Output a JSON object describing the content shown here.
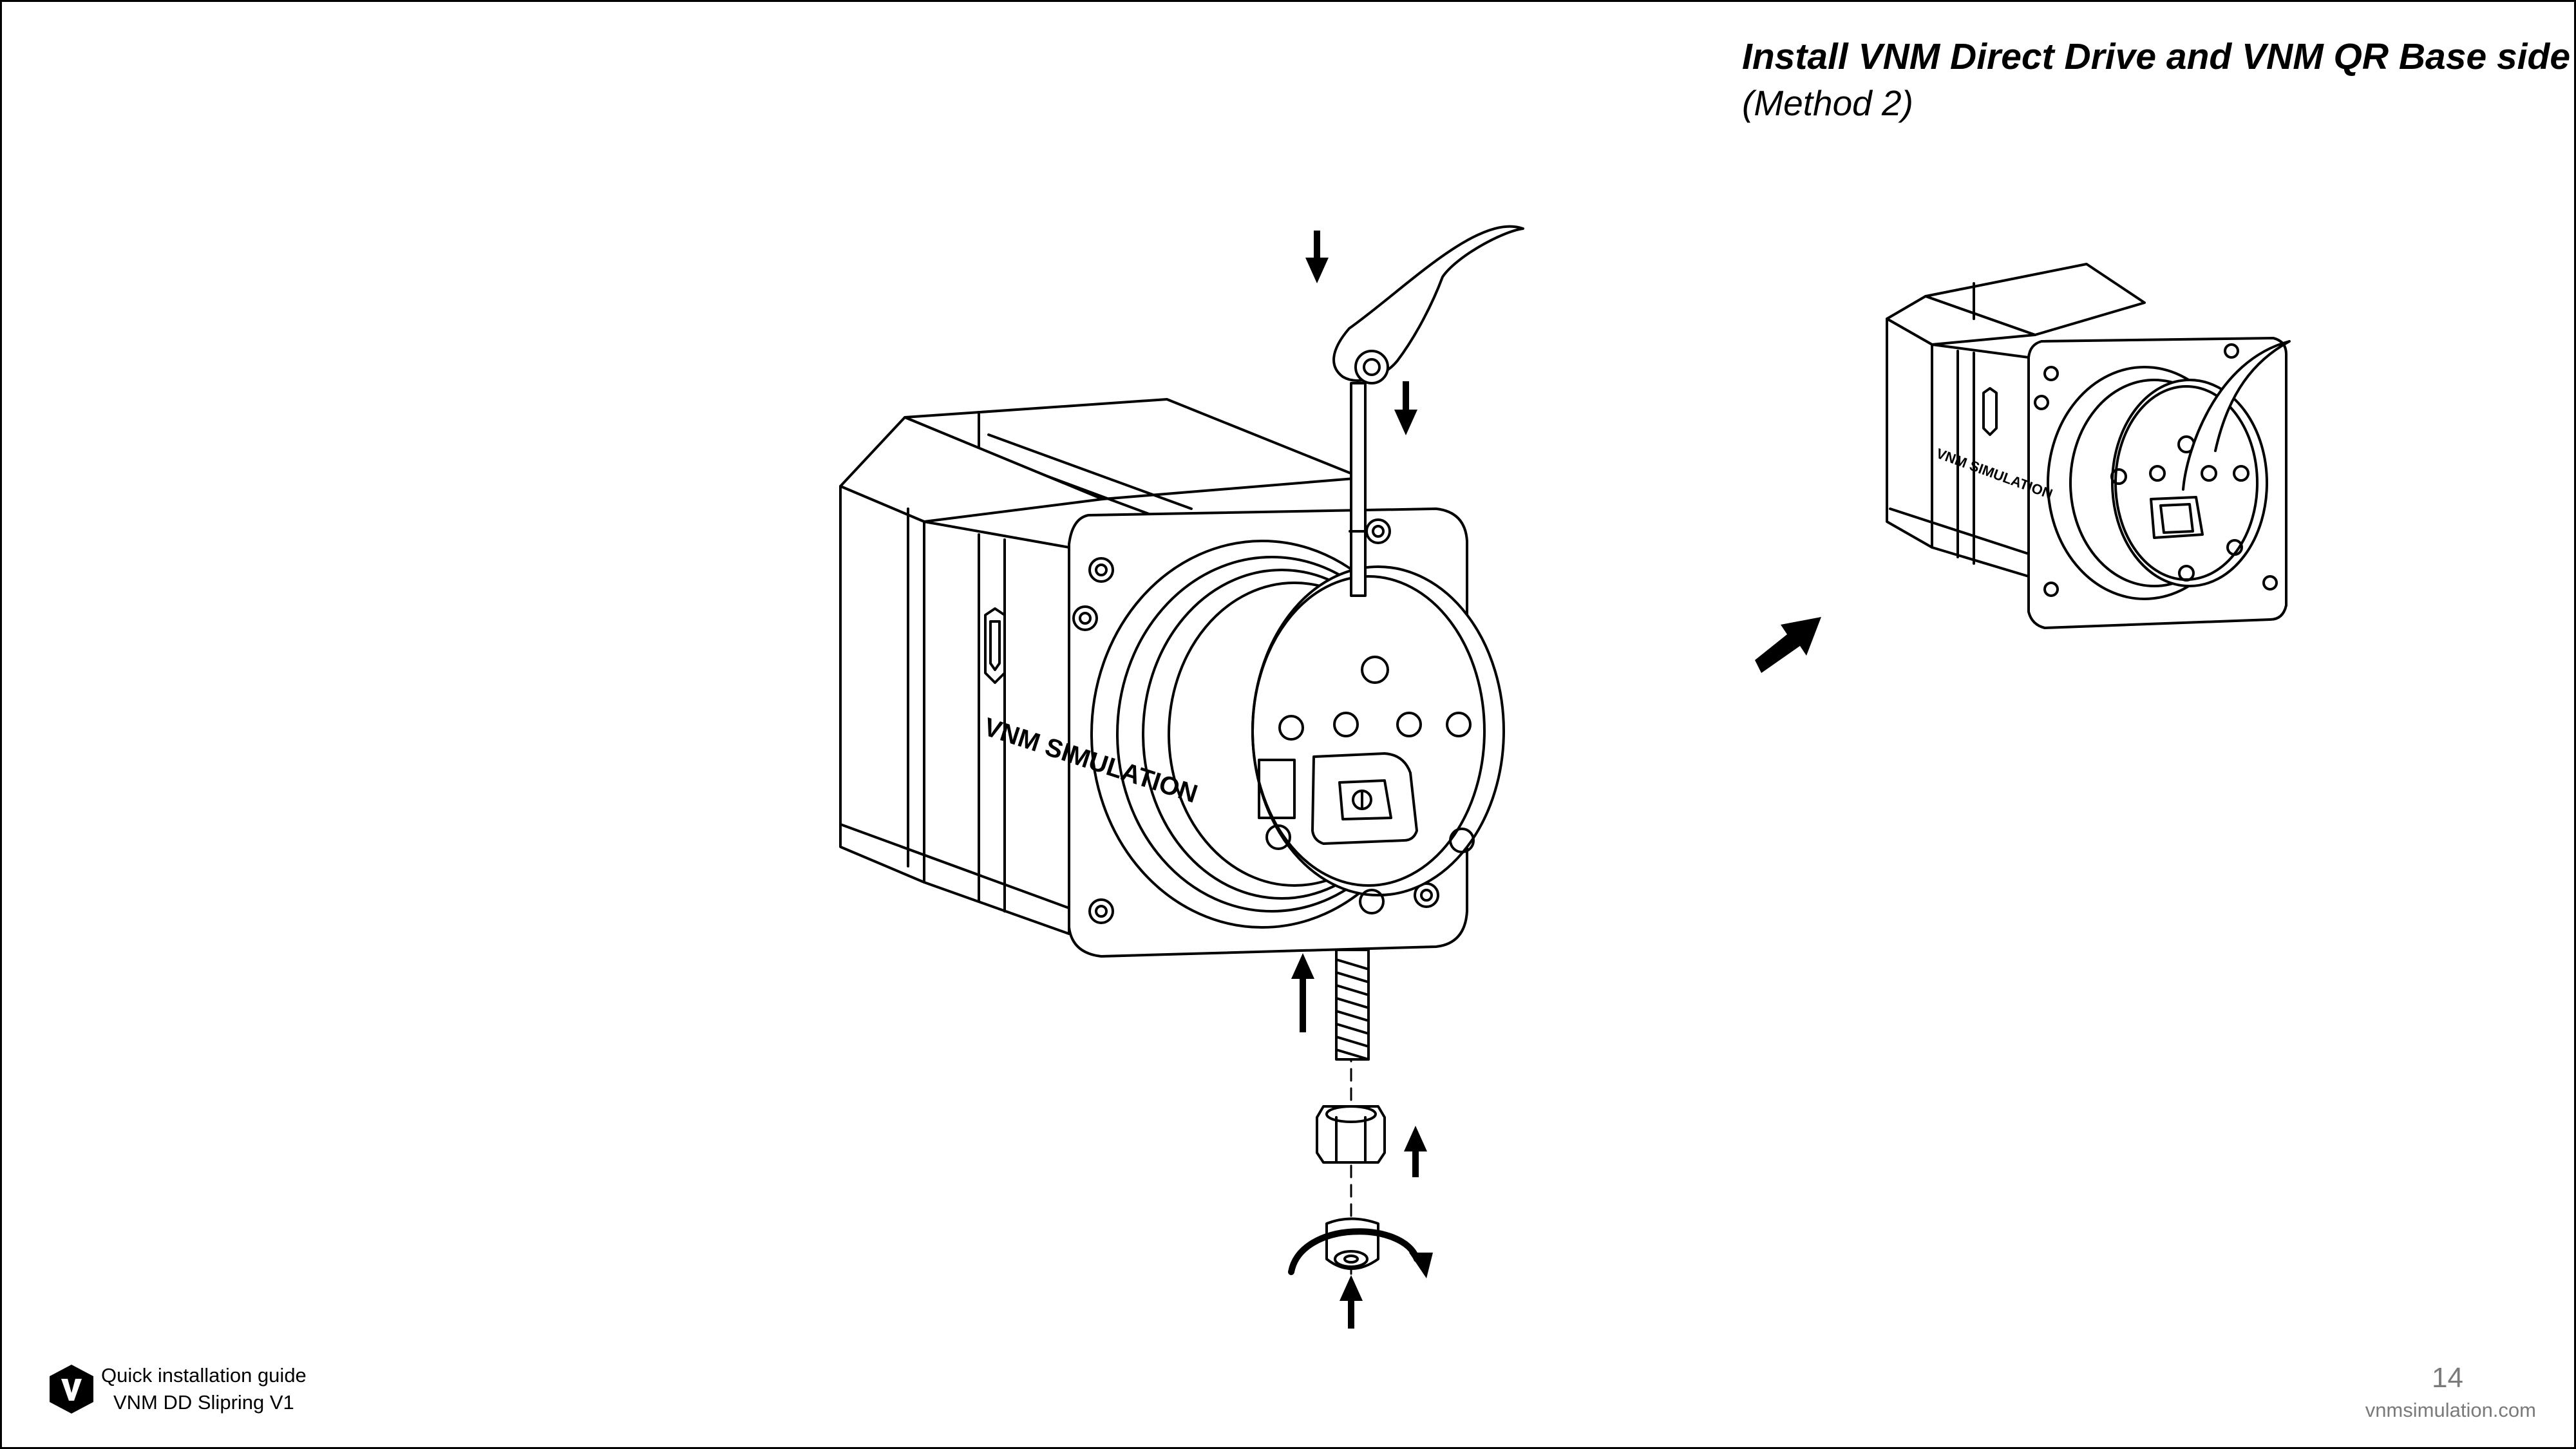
{
  "slide": {
    "title": "Install VNM Direct Drive and VNM QR Base side",
    "subtitle": "(Method 2)"
  },
  "illustration": {
    "brand_label_main": "VNM SIMULATION",
    "brand_label_small": "VNM SIMULATION"
  },
  "footer": {
    "guide_line1": "Quick installation guide",
    "guide_line2": "VNM DD Slipring V1",
    "page_number": "14",
    "website": "vnmsimulation.com"
  },
  "icons": {
    "logo": "vnm-shield-logo",
    "arrow": "direction-arrow-icon",
    "rotate": "rotate-arrow-icon"
  }
}
